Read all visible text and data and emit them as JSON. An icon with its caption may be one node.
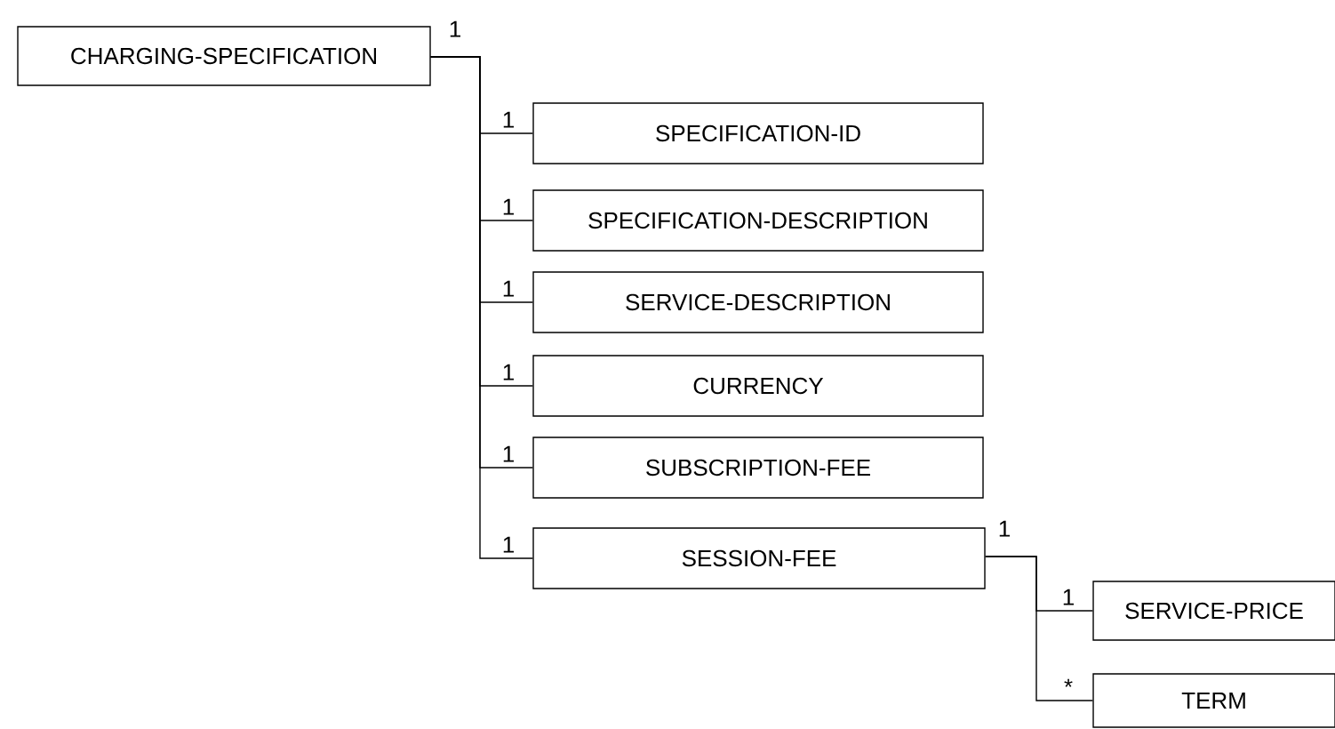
{
  "diagram": {
    "nodes": [
      {
        "text": [
          "CHARGING-SPECIFICATION"
        ]
      },
      {
        "text": [
          "SPECIFICATION-ID"
        ]
      },
      {
        "text": [
          "SPECIFICATION-DESCRIPTION"
        ]
      },
      {
        "text": [
          "SERVICE-DESCRIPTION"
        ]
      },
      {
        "text": [
          "CURRENCY"
        ]
      },
      {
        "text": [
          "SUBSCRIPTION-FEE"
        ]
      },
      {
        "text": [
          "SESSION-FEE"
        ]
      },
      {
        "text": [
          "SERVICE-PRICE"
        ]
      },
      {
        "text": [
          "TERM"
        ]
      }
    ],
    "edges": [
      {
        "from": 0,
        "to": 1,
        "arrow": "none",
        "label": "1"
      },
      {
        "from": 0,
        "to": 2,
        "arrow": "none",
        "label": "1"
      },
      {
        "from": 0,
        "to": 3,
        "arrow": "none",
        "label": "1"
      },
      {
        "from": 0,
        "to": 4,
        "arrow": "none",
        "label": "1"
      },
      {
        "from": 0,
        "to": 5,
        "arrow": "none",
        "label": "1"
      },
      {
        "from": 0,
        "to": 6,
        "arrow": "none",
        "label": "1"
      },
      {
        "from": 6,
        "to": 7,
        "arrow": "none",
        "label": "1"
      },
      {
        "from": 6,
        "to": 8,
        "arrow": "none",
        "label": "*"
      }
    ],
    "labels": [
      "1",
      "1"
    ]
  }
}
